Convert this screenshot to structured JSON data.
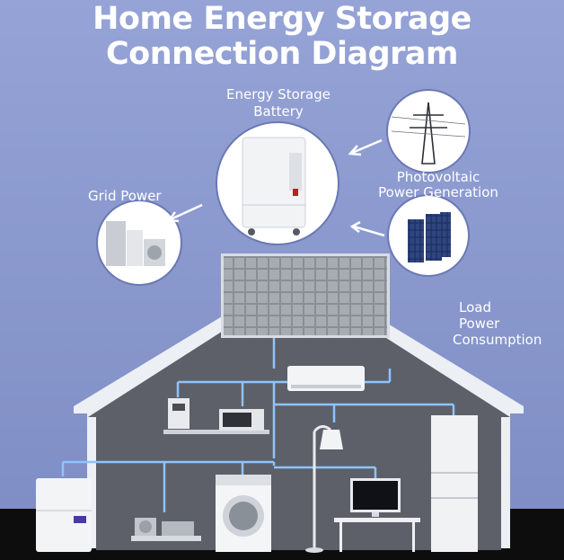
{
  "title": {
    "line1": "Home Energy Storage",
    "line2": "Connection Diagram"
  },
  "labels": {
    "energy_storage_line1": "Energy Storage",
    "energy_storage_line2": "Battery",
    "grid_power": "Grid Power",
    "photovoltaic_line1": "Photovoltaic",
    "photovoltaic_line2": "Power Generation",
    "load_line1": "Load",
    "load_line2": "Power",
    "load_line3": "Consumption"
  },
  "colors": {
    "background": "#8896c9",
    "house_wall": "#5c5f66",
    "house_outline": "#e8ecf3",
    "wire": "#8fc3ff",
    "text": "#ffffff",
    "ground": "#0d0d0d"
  }
}
